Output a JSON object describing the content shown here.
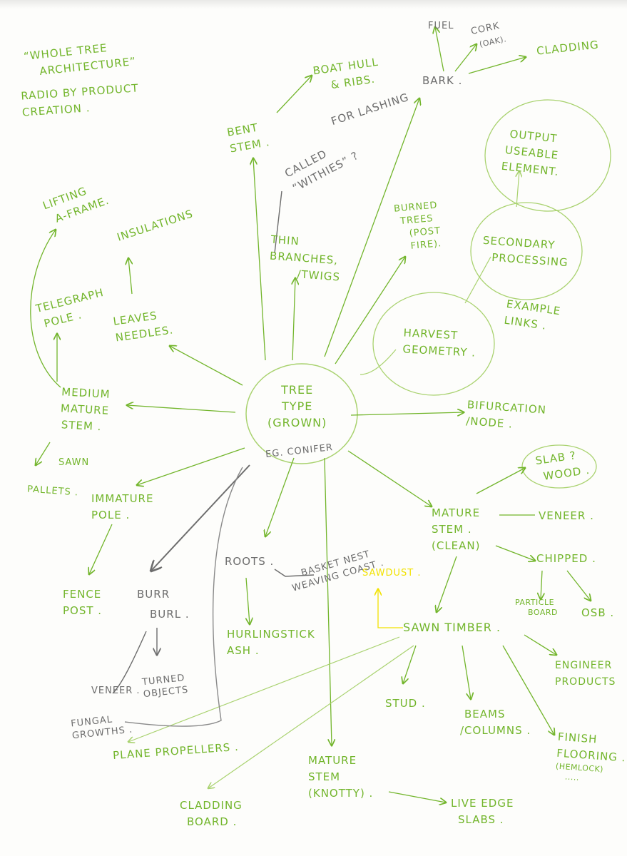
{
  "colors": {
    "green": "#72b52b",
    "light_green": "#a9d26f",
    "gray": "#6d6d6d",
    "yellow": "#f2e200"
  },
  "header": {
    "line1": "“WHOLE TREE",
    "line2": "ARCHITECTURE”",
    "line3": "RADIO BY PRODUCT",
    "line4": "CREATION ."
  },
  "center": {
    "line1": "TREE",
    "line2": "TYPE",
    "line3": "(GROWN)",
    "note": "EG. CONIFER"
  },
  "nodes": {
    "fuel": "FUEL",
    "cork": "CORK",
    "cork_note": "(OAK).",
    "cladding": "CLADDING",
    "bark": "BARK .",
    "boat_hull": [
      "BOAT HULL",
      "& RIBS."
    ],
    "bent_stem": [
      "BENT",
      "STEM ."
    ],
    "for_lashing": "FOR LASHING",
    "called_withies": [
      "CALLED",
      "“WITHIES” ?"
    ],
    "output": [
      "OUTPUT",
      "USEABLE",
      "ELEMENT."
    ],
    "lifting_aframe": [
      "LIFTING",
      "A-FRAME."
    ],
    "insulations": "INSULATIONS",
    "burned_trees": [
      "BURNED",
      "TREES",
      "(POST",
      "FIRE)."
    ],
    "secondary": [
      "SECONDARY",
      "PROCESSING"
    ],
    "thin_branches": [
      "THIN",
      "BRANCHES,",
      "/TWIGS"
    ],
    "telegraph": [
      "TELEGRAPH",
      "POLE ."
    ],
    "leaves": [
      "LEAVES",
      "NEEDLES."
    ],
    "example_links": [
      "EXAMPLE",
      "LINKS ."
    ],
    "harvest_geometry": [
      "HARVEST",
      "GEOMETRY ."
    ],
    "medium_mature": [
      "MEDIUM",
      "MATURE",
      "STEM ."
    ],
    "bifurcation": [
      "BIFURCATION",
      "/NODE ."
    ],
    "sawn": "SAWN",
    "pallets": "PALLETS .",
    "slab_wood": [
      "SLAB ?",
      "WOOD ."
    ],
    "immature_pole": [
      "IMMATURE",
      "POLE ."
    ],
    "mature_stem_clean": [
      "MATURE",
      "STEM .",
      "(CLEAN)"
    ],
    "veneer_right": "VENEER .",
    "chipped": "CHIPPED .",
    "roots": "ROOTS .",
    "basket_nest": [
      "BASKET NEST",
      "WEAVING COAST ."
    ],
    "sawdust": "SAWDUST .",
    "fence_post": [
      "FENCE",
      "POST ."
    ],
    "burr": "BURR",
    "burl": "BURL .",
    "particle_board": [
      "PARTICLE",
      "BOARD"
    ],
    "osb": "OSB .",
    "sawn_timber": "SAWN TIMBER .",
    "hurling_stick": [
      "HURLINGSTICK",
      "ASH ."
    ],
    "engineered": [
      "ENGINEER",
      "PRODUCTS"
    ],
    "veneer_left": "VENEER .",
    "turned_objects": [
      "TURNED",
      "OBJECTS"
    ],
    "stud": "STUD .",
    "beams": [
      "BEAMS",
      "/COLUMNS ."
    ],
    "finish_flooring": [
      "FINISH",
      "FLOORING .",
      "(HEMLOCK)",
      "....."
    ],
    "fungal_growths": [
      "FUNGAL",
      "GROWTHS ."
    ],
    "plane_propellers": "PLANE PROPELLERS .",
    "mature_stem_knotty": [
      "MATURE",
      "STEM",
      "(KNOTTY) ."
    ],
    "cladding_board": [
      "CLADDING",
      "BOARD ."
    ],
    "live_edge": [
      "LIVE EDGE",
      "SLABS ."
    ]
  }
}
